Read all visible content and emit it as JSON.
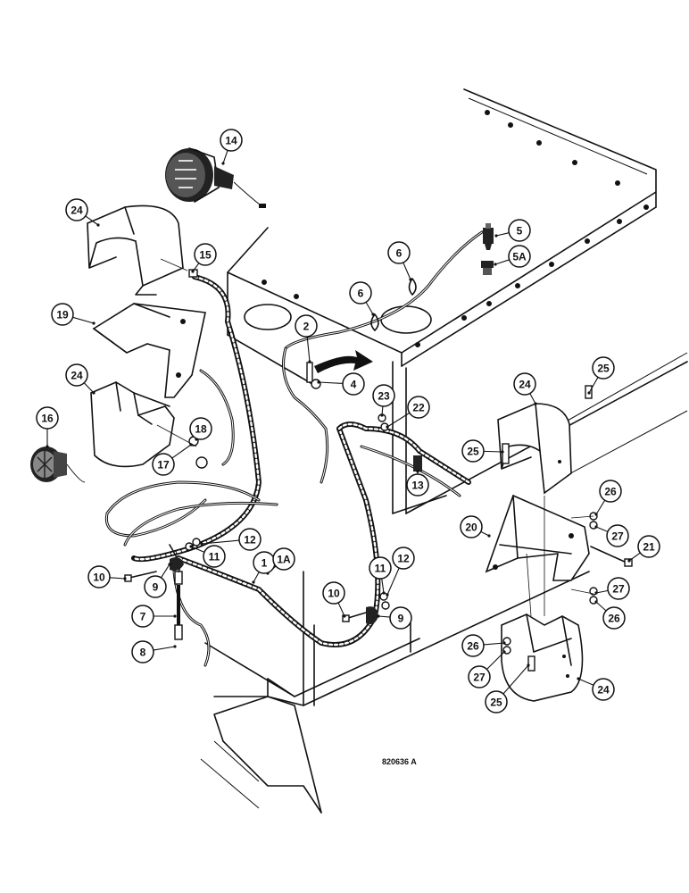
{
  "callouts": [
    {
      "id": "c14",
      "label": "14"
    },
    {
      "id": "c24a",
      "label": "24"
    },
    {
      "id": "c15",
      "label": "15"
    },
    {
      "id": "c19",
      "label": "19"
    },
    {
      "id": "c24b",
      "label": "24"
    },
    {
      "id": "c16",
      "label": "16"
    },
    {
      "id": "c18",
      "label": "18"
    },
    {
      "id": "c17",
      "label": "17"
    },
    {
      "id": "c2",
      "label": "2"
    },
    {
      "id": "c4",
      "label": "4"
    },
    {
      "id": "c6a",
      "label": "6"
    },
    {
      "id": "c6b",
      "label": "6"
    },
    {
      "id": "c5",
      "label": "5"
    },
    {
      "id": "c5a",
      "label": "5A"
    },
    {
      "id": "c23",
      "label": "23"
    },
    {
      "id": "c22",
      "label": "22"
    },
    {
      "id": "c13",
      "label": "13"
    },
    {
      "id": "c12a",
      "label": "12"
    },
    {
      "id": "c11a",
      "label": "11"
    },
    {
      "id": "c10a",
      "label": "10"
    },
    {
      "id": "c9a",
      "label": "9"
    },
    {
      "id": "c1",
      "label": "1"
    },
    {
      "id": "c1a",
      "label": "1A"
    },
    {
      "id": "c7",
      "label": "7"
    },
    {
      "id": "c8",
      "label": "8"
    },
    {
      "id": "c10b",
      "label": "10"
    },
    {
      "id": "c11b",
      "label": "11"
    },
    {
      "id": "c12b",
      "label": "12"
    },
    {
      "id": "c9b",
      "label": "9"
    },
    {
      "id": "c25a",
      "label": "25"
    },
    {
      "id": "c24c",
      "label": "24"
    },
    {
      "id": "c25b",
      "label": "25"
    },
    {
      "id": "c26a",
      "label": "26"
    },
    {
      "id": "c20",
      "label": "20"
    },
    {
      "id": "c27a",
      "label": "27"
    },
    {
      "id": "c21",
      "label": "21"
    },
    {
      "id": "c27b",
      "label": "27"
    },
    {
      "id": "c26b",
      "label": "26"
    },
    {
      "id": "c26c",
      "label": "26"
    },
    {
      "id": "c27c",
      "label": "27"
    },
    {
      "id": "c25c",
      "label": "25"
    },
    {
      "id": "c24d",
      "label": "24"
    }
  ],
  "reference_number": "820636 A"
}
